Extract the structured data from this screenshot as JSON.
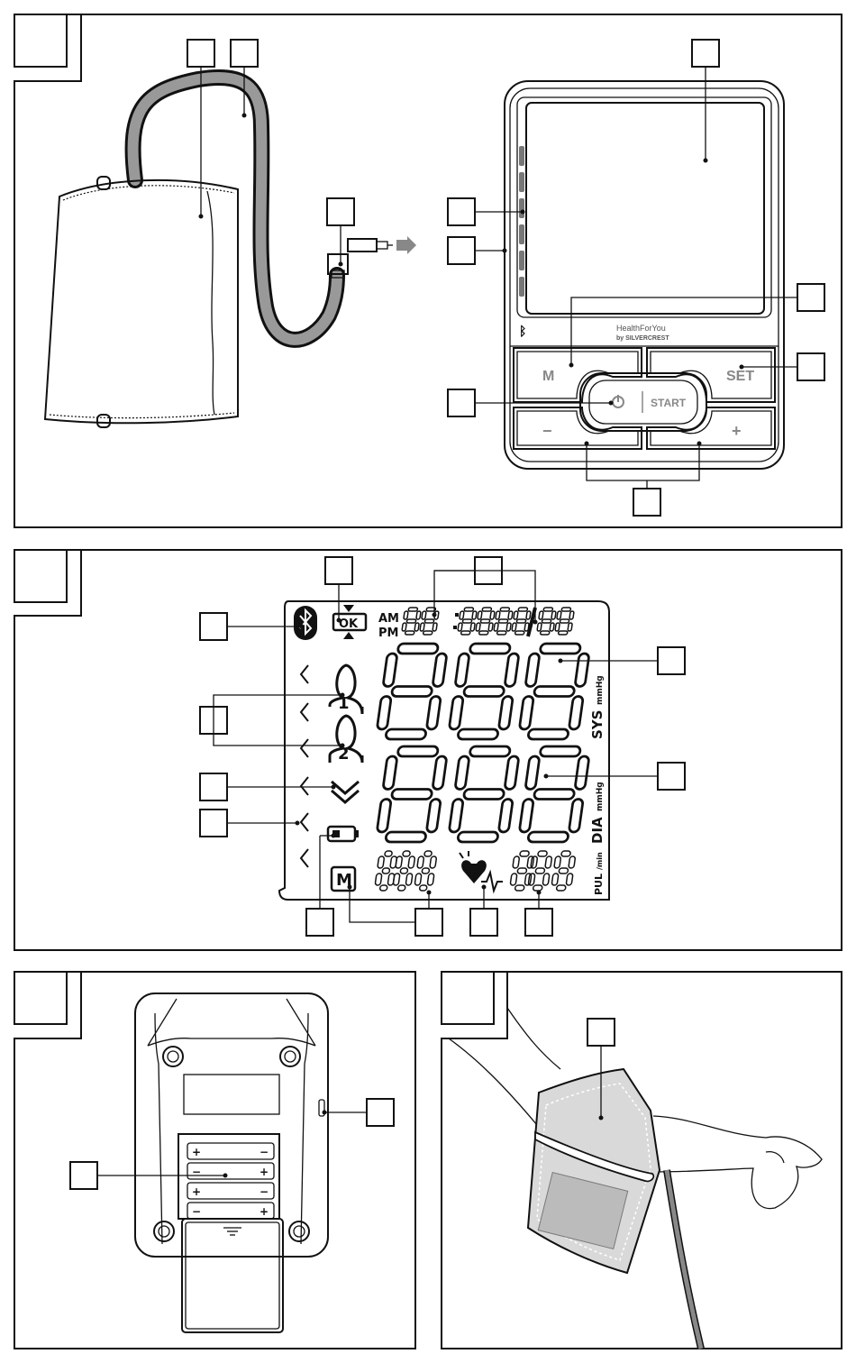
{
  "device_front": {
    "buttons": {
      "m": "M",
      "set": "SET",
      "start": "START",
      "minus": "−",
      "plus": "+"
    },
    "brand_line1": "HealthForYou",
    "brand_line2": "by SILVERCREST"
  },
  "lcd": {
    "am": "AM",
    "pm": "PM",
    "ok": "OK",
    "sys": "SYS",
    "dia": "DIA",
    "unit1": "mmHg",
    "unit2": "mmHg",
    "pul": "PUL",
    "pul_unit": "/min",
    "memory": "M",
    "user1": "1",
    "user2": "2"
  },
  "battery_marks": {
    "plus": "+",
    "minus": "−"
  }
}
